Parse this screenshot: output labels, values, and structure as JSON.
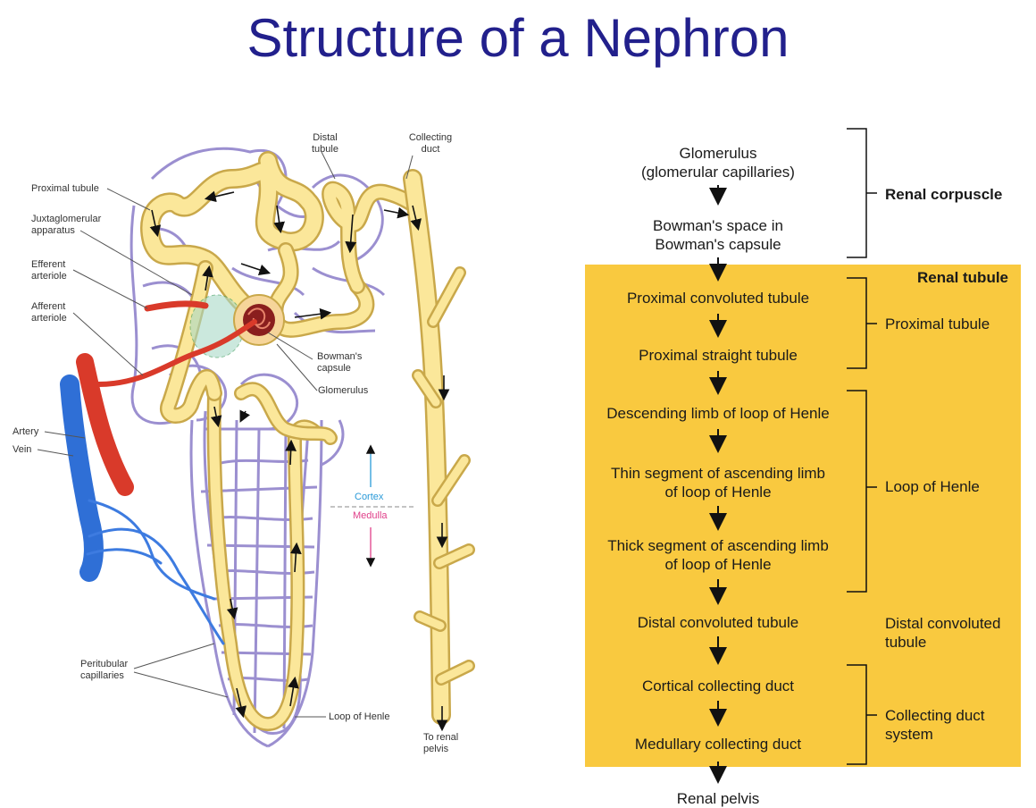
{
  "title": "Structure of a Nephron",
  "labels": {
    "distal_tubule": [
      "Distal",
      "tubule"
    ],
    "collecting_duct": [
      "Collecting",
      "duct"
    ],
    "proximal_tubule": "Proximal tubule",
    "juxtaglomerular": [
      "Juxtaglomerular",
      "apparatus"
    ],
    "efferent": [
      "Efferent",
      "arteriole"
    ],
    "afferent": [
      "Afferent",
      "arteriole"
    ],
    "bowmans_capsule": [
      "Bowman's",
      "capsule"
    ],
    "glomerulus": "Glomerulus",
    "artery": "Artery",
    "vein": "Vein",
    "cortex": "Cortex",
    "medulla": "Medulla",
    "peritubular": [
      "Peritubular",
      "capillaries"
    ],
    "loop_of_henle": "Loop of Henle",
    "to_renal_pelvis": [
      "To renal",
      "pelvis"
    ]
  },
  "flow": {
    "glomerulus": [
      "Glomerulus",
      "(glomerular capillaries)"
    ],
    "bowman": [
      "Bowman's space in",
      "Bowman's capsule"
    ],
    "pct": "Proximal convoluted tubule",
    "pst": "Proximal straight tubule",
    "desc": "Descending limb of loop of Henle",
    "thin": [
      "Thin segment of ascending limb",
      "of loop of Henle"
    ],
    "thick": [
      "Thick segment of ascending limb",
      "of loop of Henle"
    ],
    "dct": "Distal convoluted tubule",
    "ccd": "Cortical collecting duct",
    "mcd": "Medullary collecting duct",
    "pelvis": "Renal pelvis"
  },
  "groups": {
    "renal_corpuscle": "Renal corpuscle",
    "renal_tubule": "Renal tubule",
    "proximal_tubule": "Proximal tubule",
    "loop_of_henle": "Loop of Henle",
    "distal_convoluted": [
      "Distal convoluted",
      "tubule"
    ],
    "collecting_system": [
      "Collecting duct",
      "system"
    ]
  },
  "colors": {
    "title": "#22208c",
    "tubule": "#fbe79a",
    "tubule_edge": "#c9a84a",
    "capillary": "#9b8fd0",
    "artery": "#d93a2a",
    "vein": "#2f6fd6",
    "panel": "#f9c93f",
    "cortex": "#2a9ad8",
    "medulla": "#e0408a"
  }
}
